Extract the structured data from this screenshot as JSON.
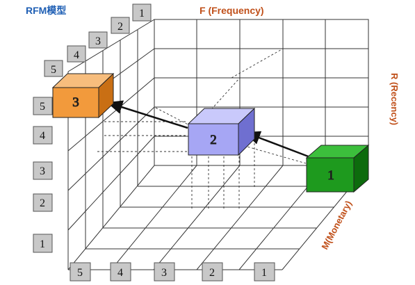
{
  "title": "RFM模型",
  "axes": {
    "frequency": "F (Frequency)",
    "recency": "R (Recency)",
    "monetary": "M(Monetary)"
  },
  "scale": {
    "diagonal": [
      "5",
      "4",
      "3",
      "2",
      "1"
    ],
    "vertical": [
      "5",
      "4",
      "3",
      "2",
      "1"
    ],
    "bottom": [
      "5",
      "4",
      "3",
      "2",
      "1"
    ]
  },
  "cubes": [
    {
      "label": "1",
      "color": "#1e9a1e"
    },
    {
      "label": "2",
      "color": "#a6a6f4"
    },
    {
      "label": "3",
      "color": "#f29a3c"
    }
  ],
  "colors": {
    "title": "#1f5fb4",
    "axis_title": "#c0501a",
    "tag_fill": "#c8c8c8",
    "grid": "#333333"
  }
}
